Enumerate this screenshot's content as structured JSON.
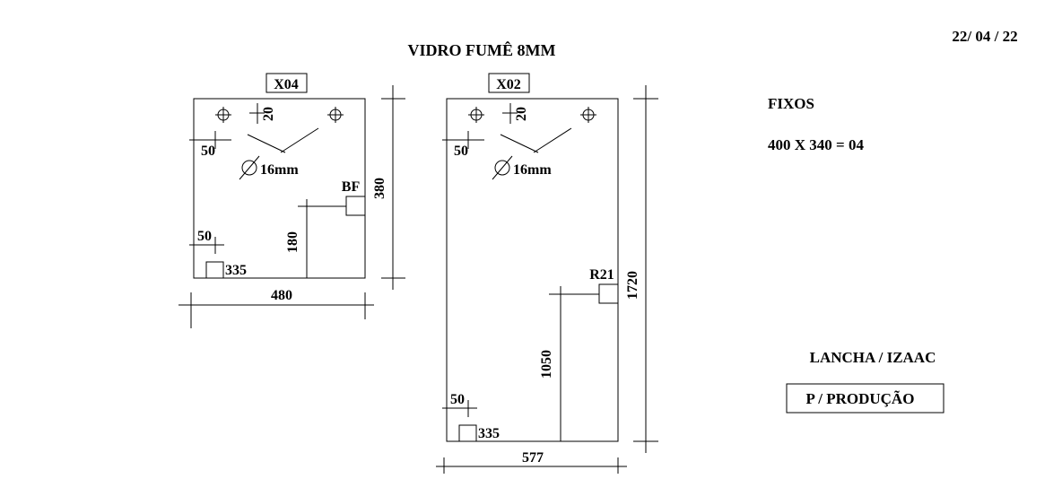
{
  "header": {
    "title": "VIDRO FUMÊ 8MM",
    "date": "22/ 04 / 22"
  },
  "piece_x04": {
    "tag": "X04",
    "hole_offset": "20",
    "hole_margin": "50",
    "hole_diameter": "16mm",
    "cutout_label": "BF",
    "cutout_height": "180",
    "corner_offset": "50",
    "corner_width": "335",
    "width": "480",
    "height": "380"
  },
  "piece_x02": {
    "tag": "X02",
    "hole_offset": "20",
    "hole_margin": "50",
    "hole_diameter": "16mm",
    "cutout_label": "R21",
    "cutout_height": "1050",
    "corner_offset": "50",
    "corner_width": "335",
    "width": "577",
    "height": "1720"
  },
  "notes": {
    "fixed_title": "FIXOS",
    "fixed_spec": "400 X 340 = 04",
    "client": "LANCHA / IZAAC",
    "purpose": "P / PRODUÇÃO"
  }
}
